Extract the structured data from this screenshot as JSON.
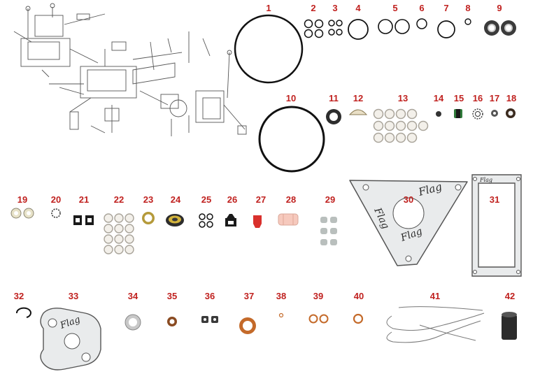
{
  "parts": [
    {
      "label": "1"
    },
    {
      "label": "2"
    },
    {
      "label": "3"
    },
    {
      "label": "4"
    },
    {
      "label": "5"
    },
    {
      "label": "6"
    },
    {
      "label": "7"
    },
    {
      "label": "8"
    },
    {
      "label": "9"
    },
    {
      "label": "10"
    },
    {
      "label": "11"
    },
    {
      "label": "12"
    },
    {
      "label": "13"
    },
    {
      "label": "14"
    },
    {
      "label": "15"
    },
    {
      "label": "16"
    },
    {
      "label": "17"
    },
    {
      "label": "18"
    },
    {
      "label": "19"
    },
    {
      "label": "20"
    },
    {
      "label": "21"
    },
    {
      "label": "22"
    },
    {
      "label": "23"
    },
    {
      "label": "24"
    },
    {
      "label": "25"
    },
    {
      "label": "26"
    },
    {
      "label": "27"
    },
    {
      "label": "28"
    },
    {
      "label": "29"
    },
    {
      "label": "30"
    },
    {
      "label": "31"
    },
    {
      "label": "32"
    },
    {
      "label": "33"
    },
    {
      "label": "34"
    },
    {
      "label": "35"
    },
    {
      "label": "36"
    },
    {
      "label": "37"
    },
    {
      "label": "38"
    },
    {
      "label": "39"
    },
    {
      "label": "40"
    },
    {
      "label": "41"
    },
    {
      "label": "42"
    }
  ],
  "gasket_mark": "Flag",
  "colors": {
    "label": "#c0211f",
    "ring": "#111111",
    "line": "#555555",
    "copper": "#c46a2a",
    "red_part": "#d9302c",
    "green_seal": "#2f7a3a"
  }
}
